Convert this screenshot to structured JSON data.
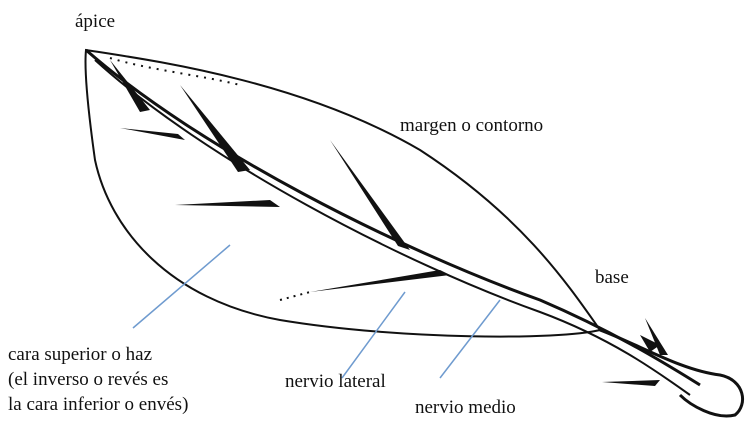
{
  "labels": {
    "apex": "ápice",
    "margin": "margen o contorno",
    "base": "base",
    "upper_face_line1": "cara superior o haz",
    "upper_face_line2": "(el inverso o revés es",
    "upper_face_line3": "la cara inferior  o envés)",
    "lateral_vein": "nervio lateral",
    "midrib": "nervio medio"
  },
  "colors": {
    "outline": "#111111",
    "leader": "#6f9bcf",
    "text": "#111111"
  }
}
